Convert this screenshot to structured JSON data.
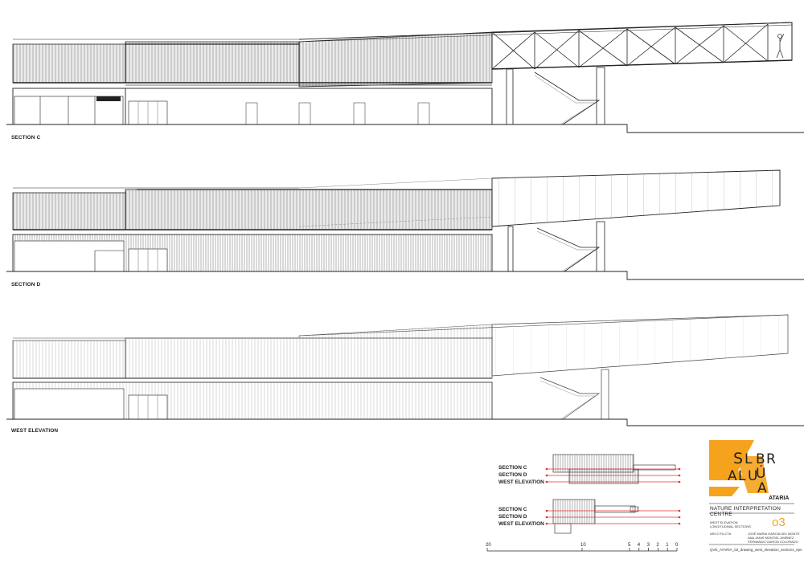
{
  "labels": {
    "section_c": "SECTION C",
    "section_d": "SECTION D",
    "west_elevation": "WEST ELEVATION"
  },
  "key_plan": {
    "top_labels": [
      "SECTION C",
      "SECTION D",
      "WEST ELEVATION"
    ],
    "bottom_labels": [
      "SECTION C",
      "SECTION D",
      "WEST ELEVATION"
    ]
  },
  "scale_bar": {
    "ticks": [
      "20",
      "10",
      "5",
      "4",
      "3",
      "2",
      "1",
      "0"
    ],
    "tick_values": [
      20,
      10,
      5,
      4,
      3,
      2,
      1,
      0
    ]
  },
  "title_block": {
    "logo_letters": [
      "S",
      "L",
      "B",
      "R",
      "Ú",
      "A",
      "L",
      "U",
      "A"
    ],
    "ataria": "ATARIA",
    "project": "NATURE INTERPRETATION CENTRE",
    "sheet_number": "o3",
    "subtitle_1": "WEST ELEVATION",
    "subtitle_2": "LONGITUDINAL SECTIONS",
    "small_1": "ARCO FILCTA",
    "authors": [
      "JOSÉ MARÍA GARCÍA DEL MONTE",
      "ANA JANIS MONTIEL JIMÉNEZ",
      "FERNANDO GARCÍA COLORADO"
    ],
    "file_name": "QVE_ATARIA_03_drawing_west_elevation_sections_eps"
  },
  "colors": {
    "accent_orange": "#f5a31c",
    "key_red": "#e03030",
    "line": "#222222"
  }
}
